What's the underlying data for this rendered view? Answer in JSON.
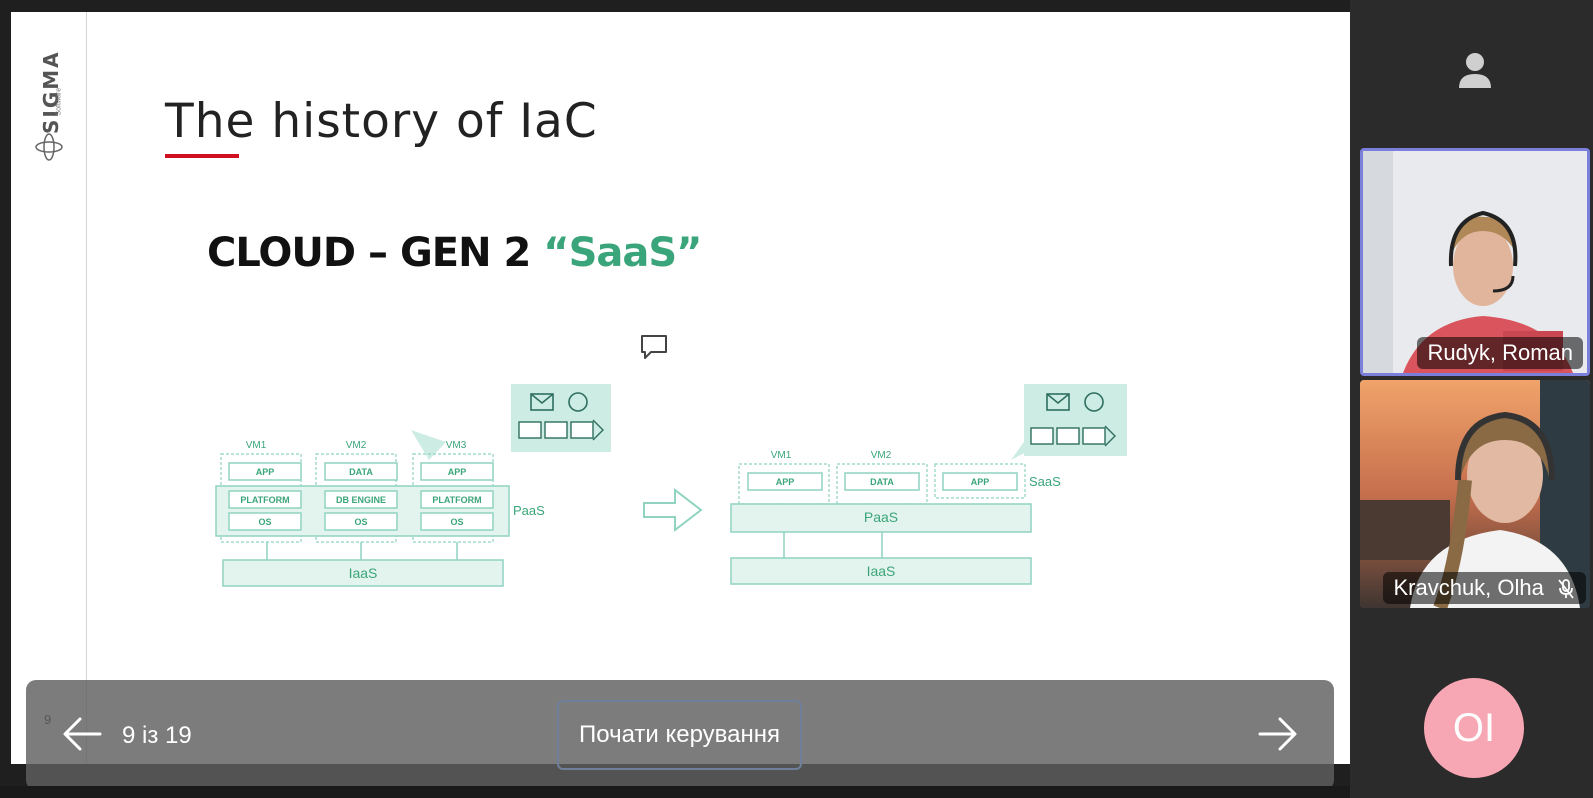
{
  "slide": {
    "logo_text": "SIGMA",
    "logo_subtext": "Software",
    "title": "The history of IaC",
    "subtitle_main": "CLOUD – GEN 2 ",
    "subtitle_accent": "“SaaS”",
    "number": "9",
    "diagram": {
      "left": {
        "vms": [
          "VM1",
          "VM2",
          "VM3"
        ],
        "top_row": [
          "APP",
          "DATA",
          "APP"
        ],
        "middle_row": [
          "PLATFORM",
          "DB ENGINE",
          "PLATFORM"
        ],
        "bottom_row": [
          "OS",
          "OS",
          "OS"
        ],
        "paas_label": "PaaS",
        "iaas_label": "IaaS"
      },
      "right": {
        "vms": [
          "VM1",
          "VM2"
        ],
        "top_row": [
          "APP",
          "DATA",
          "APP"
        ],
        "saas_label": "SaaS",
        "paas_label": "PaaS",
        "iaas_label": "IaaS"
      }
    }
  },
  "controls": {
    "page_counter": "9 із 19",
    "start_control_label": "Почати керування"
  },
  "participants": [
    {
      "name": "Rudyk, Roman",
      "muted": false
    },
    {
      "name": "Kravchuk, Olha",
      "muted": true
    }
  ],
  "avatar_initials": "OI",
  "colors": {
    "accent_green": "#3aa57a",
    "diagram_teal": "#8fd3c0",
    "title_underline": "#d0101f",
    "active_speaker_border": "#7b7fdc",
    "avatar_pink": "#f7a7b3"
  },
  "icons": [
    "comment-icon",
    "arrow-left-icon",
    "arrow-right-icon",
    "mic-muted-icon",
    "user-icon"
  ]
}
